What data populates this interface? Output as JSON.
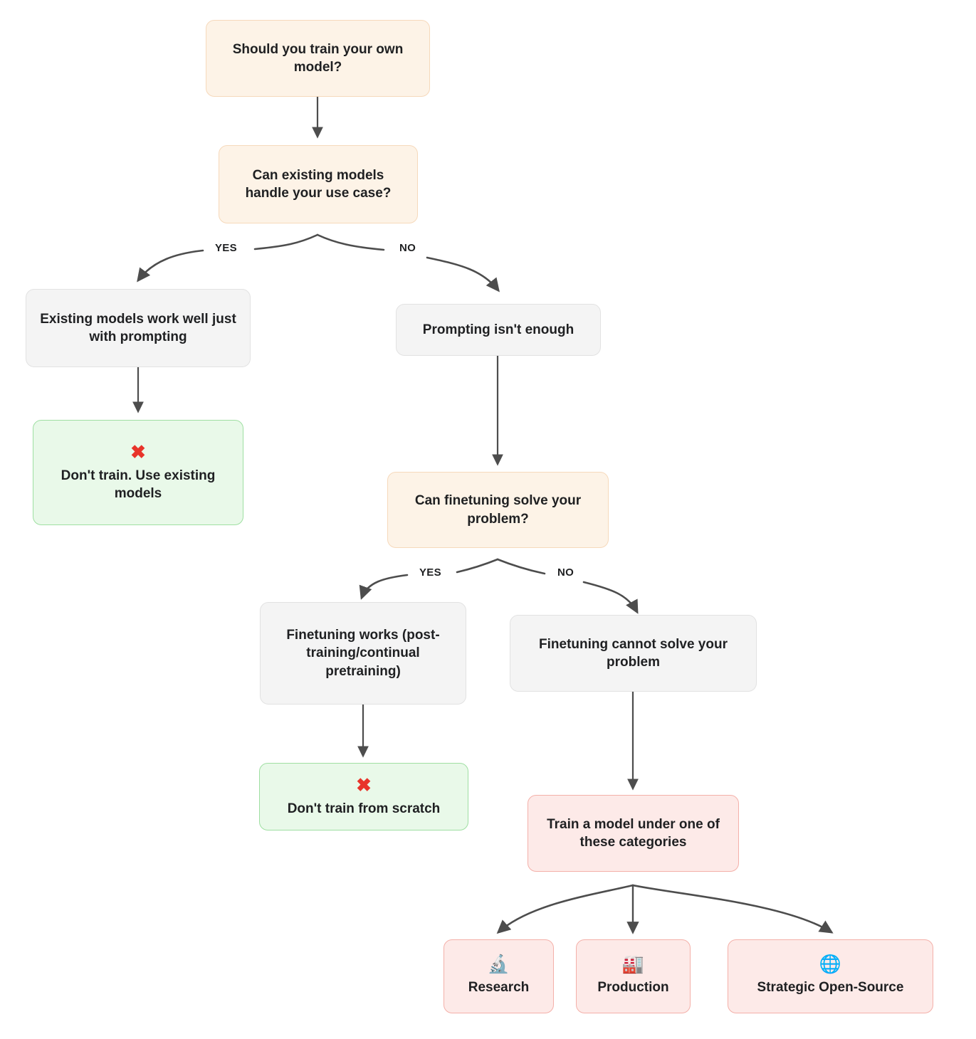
{
  "diagram": {
    "title": "Should you train your own model? decision flowchart",
    "background": "#ffffff",
    "colors": {
      "decision_fill": "#fdf3e7",
      "decision_border": "#f6d9bb",
      "state_fill": "#f4f4f4",
      "state_border": "#e2e2e2",
      "good_fill": "#e9f9e9",
      "good_border": "#9fdfa2",
      "train_fill": "#fdeae8",
      "train_border": "#f4b0a9",
      "edge": "#4d4d4d",
      "x_mark": "#e8342a",
      "text": "#1f2022"
    }
  },
  "nodes": {
    "root": {
      "text": "Should you train your own model?"
    },
    "existing_q": {
      "text": "Can existing models handle your use case?"
    },
    "prompting_ok": {
      "text": "Existing models work well just with prompting"
    },
    "prompting_not_enough": {
      "text": "Prompting isn't enough"
    },
    "dont_train": {
      "mark": "✖",
      "text": "Don't train. Use existing models"
    },
    "finetune_q": {
      "text": "Can finetuning solve your problem?"
    },
    "finetune_works": {
      "text": "Finetuning works (post-training/continual pretraining)"
    },
    "finetune_fails": {
      "text": "Finetuning cannot solve your problem"
    },
    "dont_train_scratch": {
      "mark": "✖",
      "text": "Don't train from scratch"
    },
    "train_model": {
      "text": "Train a model under one of these categories"
    },
    "research": {
      "emoji": "🔬",
      "text": "Research"
    },
    "production": {
      "emoji": "🏭",
      "text": "Production"
    },
    "open_source": {
      "emoji": "🌐",
      "text": "Strategic Open-Source"
    }
  },
  "edge_labels": {
    "existing_yes": "YES",
    "existing_no": "NO",
    "finetune_yes": "YES",
    "finetune_no": "NO"
  }
}
